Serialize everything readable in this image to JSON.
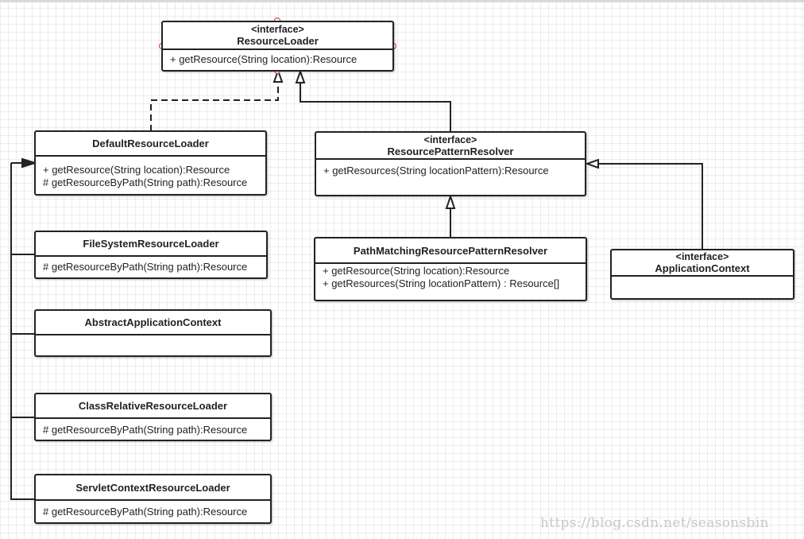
{
  "classes": {
    "resource_loader": {
      "stereotype": "<interface>",
      "name": "ResourceLoader",
      "methods": [
        "+ getResource(String location):Resource"
      ]
    },
    "default_resource_loader": {
      "name": "DefaultResourceLoader",
      "methods": [
        "+ getResource(String location):Resource",
        "# getResourceByPath(String path):Resource"
      ]
    },
    "resource_pattern_resolver": {
      "stereotype": "<interface>",
      "name": "ResourcePatternResolver",
      "methods": [
        "+ getResources(String locationPattern):Resource"
      ]
    },
    "file_system_resource_loader": {
      "name": "FileSystemResourceLoader",
      "methods": [
        "# getResourceByPath(String path):Resource"
      ]
    },
    "path_matching_resolver": {
      "name": "PathMatchingResourcePatternResolver",
      "methods": [
        "+ getResource(String location):Resource",
        "+ getResources(String locationPattern) : Resource[]"
      ]
    },
    "application_context": {
      "stereotype": "<interface>",
      "name": "ApplicationContext",
      "methods": []
    },
    "abstract_application_context": {
      "name": "AbstractApplicationContext",
      "methods": []
    },
    "class_relative_resource_loader": {
      "name": "ClassRelativeResourceLoader",
      "methods": [
        "# getResourceByPath(String path):Resource"
      ]
    },
    "servlet_context_resource_loader": {
      "name": "ServletContextResourceLoader",
      "methods": [
        "#  getResourceByPath(String path):Resource"
      ]
    }
  },
  "relations": [
    {
      "from": "default_resource_loader",
      "to": "resource_loader",
      "type": "realization"
    },
    {
      "from": "resource_pattern_resolver",
      "to": "resource_loader",
      "type": "generalization"
    },
    {
      "from": "path_matching_resolver",
      "to": "resource_pattern_resolver",
      "type": "realization"
    },
    {
      "from": "application_context",
      "to": "resource_pattern_resolver",
      "type": "generalization"
    },
    {
      "from": "file_system_resource_loader",
      "to": "default_resource_loader",
      "type": "inheritance"
    },
    {
      "from": "abstract_application_context",
      "to": "default_resource_loader",
      "type": "inheritance"
    },
    {
      "from": "class_relative_resource_loader",
      "to": "default_resource_loader",
      "type": "inheritance"
    },
    {
      "from": "servlet_context_resource_loader",
      "to": "default_resource_loader",
      "type": "inheritance"
    }
  ],
  "watermark": "https://blog.csdn.net/seasonsbin",
  "colors": {
    "stroke": "#222222",
    "grid": "#ececec",
    "connector_dot": "#d9534f"
  }
}
